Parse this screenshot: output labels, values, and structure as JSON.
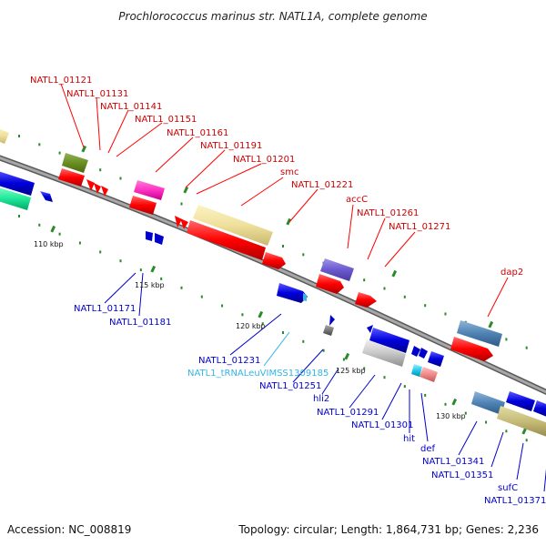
{
  "title": "Prochlorococcus marinus str. NATL1A, complete genome",
  "footer": {
    "accession": "Accession: NC_008819",
    "summary": "Topology: circular; Length: 1,864,731 bp; Genes: 2,236"
  },
  "colors": {
    "red": "#ff0000",
    "blue": "#0000cc",
    "cyan": "#33b5e5",
    "green_dot": "#2a8a2a",
    "strand": "#888888"
  },
  "ticks": [
    "110 kbp",
    "115 kbp",
    "120 kbp",
    "125 kbp",
    "130 kbp"
  ],
  "labels_top": [
    "NATL1_01121",
    "NATL1_01131",
    "NATL1_01141",
    "NATL1_01151",
    "NATL1_01161",
    "NATL1_01191",
    "NATL1_01201",
    "smc",
    "NATL1_01221",
    "accC",
    "NATL1_01261",
    "NATL1_01271",
    "dap2"
  ],
  "labels_bottom": [
    "NATL1_01171",
    "NATL1_01181",
    "NATL1_01231",
    "NATL1_tRNALeuVIMSS1309185",
    "NATL1_01251",
    "hli2",
    "NATL1_01291",
    "NATL1_01301",
    "hit",
    "def",
    "NATL1_01341",
    "NATL1_01351",
    "sufC",
    "NATL1_01371"
  ]
}
